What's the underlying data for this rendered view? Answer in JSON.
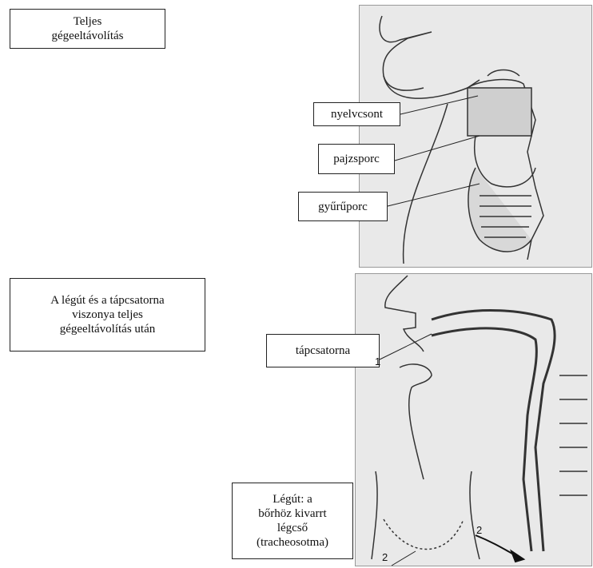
{
  "top_section": {
    "title_box": [
      "Teljes",
      "gégeeltávolítás"
    ],
    "labels": {
      "hyoid": "nyelvcsont",
      "thyroid": "pajzsporc",
      "cricoid": "gyűrűporc"
    }
  },
  "bottom_section": {
    "title_box": [
      "A légút és a tápcsatorna",
      "viszonya teljes",
      "gégeeltávolítás után"
    ],
    "labels": {
      "food_tract": "tápcsatorna",
      "airway": [
        "Légút: a",
        "bőrhöz kivarrt",
        "légcső",
        "(tracheosotma)"
      ]
    },
    "markers": {
      "marker_1": "1",
      "marker_2a": "2",
      "marker_2b": "2"
    }
  }
}
